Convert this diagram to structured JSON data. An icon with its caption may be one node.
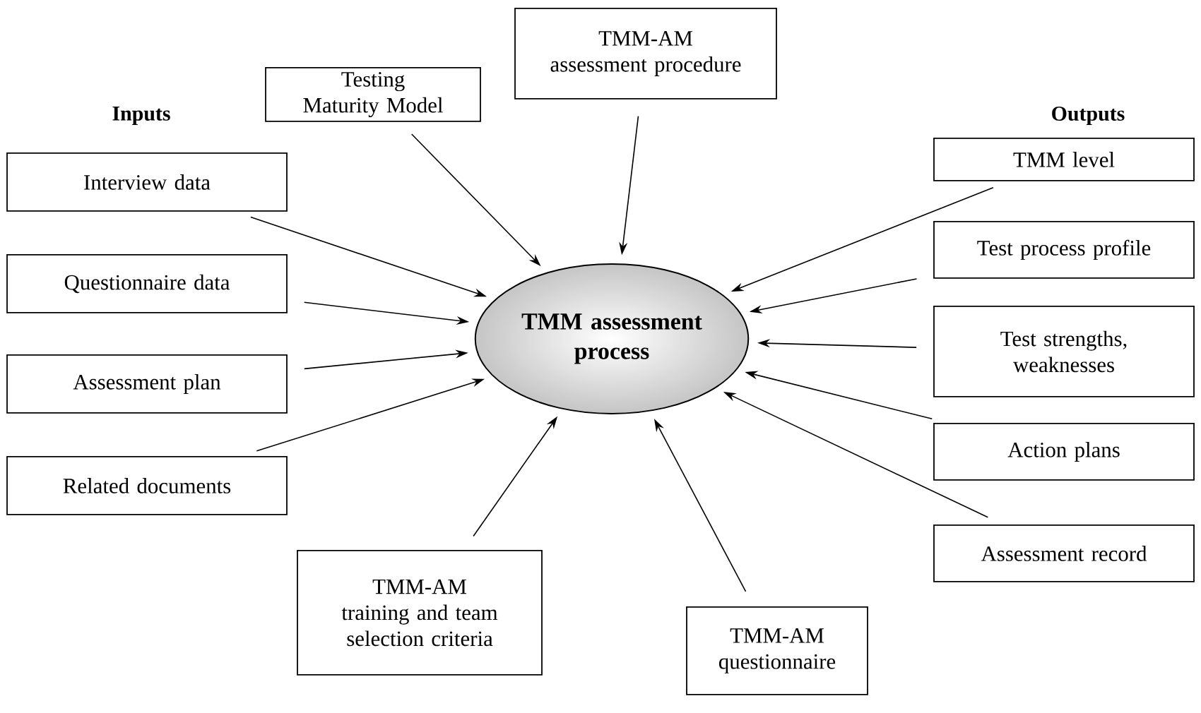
{
  "diagram": {
    "nodes": [
      {
        "text": [
          "TMM assessment process"
        ]
      },
      {
        "text": [
          "Testing Maturity Model"
        ]
      },
      {
        "text": [
          "TMM-AM assessment procedure"
        ]
      },
      {
        "text": [
          "Interview data"
        ]
      },
      {
        "text": [
          "Questionnaire data"
        ]
      },
      {
        "text": [
          "Assessment plan"
        ]
      },
      {
        "text": [
          "Related documents"
        ]
      },
      {
        "text": [
          "TMM-AM training and team selection criteria"
        ]
      },
      {
        "text": [
          "TMM-AM questionnaire"
        ]
      },
      {
        "text": [
          "TMM level"
        ]
      },
      {
        "text": [
          "Test process profile"
        ]
      },
      {
        "text": [
          "Test strengths, weaknesses"
        ]
      },
      {
        "text": [
          "Action plans"
        ]
      },
      {
        "text": [
          "Assessment record"
        ]
      }
    ],
    "edges": [
      {
        "from": 1,
        "to": 0,
        "arrow": "to"
      },
      {
        "from": 2,
        "to": 0,
        "arrow": "to"
      },
      {
        "from": 3,
        "to": 0,
        "arrow": "to"
      },
      {
        "from": 4,
        "to": 0,
        "arrow": "to"
      },
      {
        "from": 5,
        "to": 0,
        "arrow": "to"
      },
      {
        "from": 6,
        "to": 0,
        "arrow": "to"
      },
      {
        "from": 7,
        "to": 0,
        "arrow": "to"
      },
      {
        "from": 8,
        "to": 0,
        "arrow": "to"
      },
      {
        "from": 9,
        "to": 0,
        "arrow": "to"
      },
      {
        "from": 10,
        "to": 0,
        "arrow": "to"
      },
      {
        "from": 11,
        "to": 0,
        "arrow": "to"
      },
      {
        "from": 12,
        "to": 0,
        "arrow": "to"
      },
      {
        "from": 13,
        "to": 0,
        "arrow": "to"
      }
    ],
    "labels": [
      "Inputs",
      "Outputs"
    ]
  }
}
